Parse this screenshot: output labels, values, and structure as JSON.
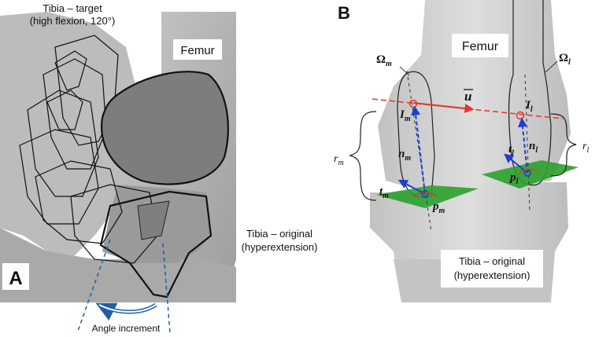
{
  "panel_a": {
    "letter": "A",
    "tibia_target_line1": "Tibia – target",
    "tibia_target_line2": "(high flexion, 120°)",
    "femur_label": "Femur",
    "tibia_original_line1": "Tibia – original",
    "tibia_original_line2": "(hyperextension)",
    "angle_label": "Angle increment"
  },
  "panel_b": {
    "letter": "B",
    "femur_label": "Femur",
    "omega_m": "Ω",
    "omega_m_sub": "m",
    "omega_l": "Ω",
    "omega_l_sub": "l",
    "u_vector": "u",
    "I_m": "I",
    "I_m_sub": "m",
    "I_l": "I",
    "I_l_sub": "l",
    "n_m": "n",
    "n_m_sub": "m",
    "n_l": "n",
    "n_l_sub": "l",
    "t_m": "t",
    "t_m_sub": "m",
    "t_l": "t",
    "t_l_sub": "l",
    "p_m": "p",
    "p_m_sub": "m",
    "p_l": "p",
    "p_l_sub": "l",
    "r_m": "r",
    "r_m_sub": "m",
    "r_l": "r",
    "r_l_sub": "l",
    "tibia_original_line1": "Tibia – original",
    "tibia_original_line2": "(hyperextension)"
  },
  "colors": {
    "bone": "#b3b3b3",
    "bone_light": "#d6d6d6",
    "dark_outline_fill": "#7a7a7a",
    "plane_green": "#2ca02c",
    "arrow_blue": "#1f3fd1",
    "dashed_red": "#e8322a",
    "angle_blue": "#1f5fa8"
  }
}
